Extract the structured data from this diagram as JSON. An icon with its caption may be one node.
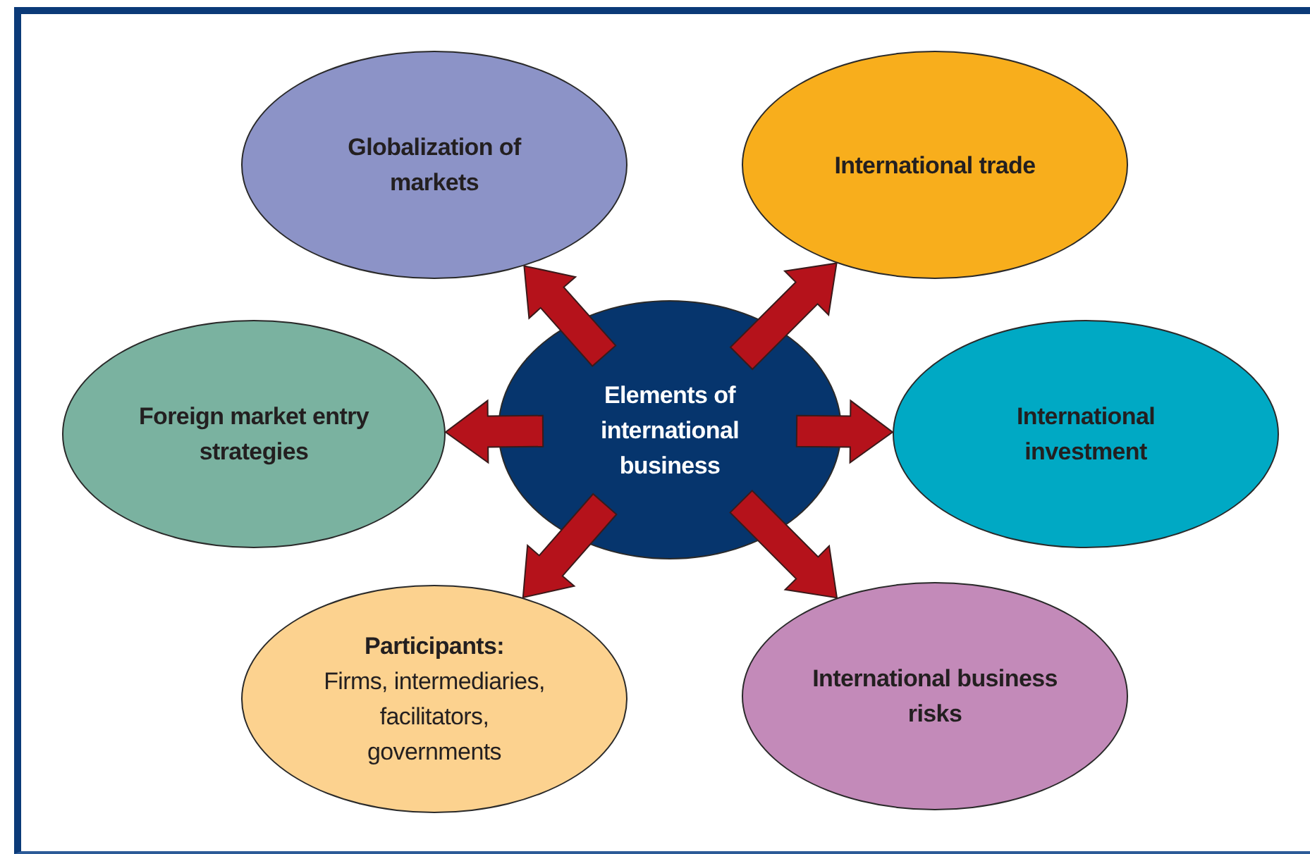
{
  "diagram": {
    "nodes": [
      {
        "text": [
          "Elements of international business"
        ]
      },
      {
        "text": [
          "Globalization of markets"
        ]
      },
      {
        "text": [
          "International trade"
        ]
      },
      {
        "text": [
          "Foreign market entry strategies"
        ]
      },
      {
        "text": [
          "International investment"
        ]
      },
      {
        "text": [
          "Participants:",
          "Firms, intermediaries, facilitators, governments"
        ]
      },
      {
        "text": [
          "International business risks"
        ]
      }
    ],
    "edges": [
      {
        "from": 0,
        "to": 1,
        "arrow": "to",
        "style": "thick"
      },
      {
        "from": 0,
        "to": 2,
        "arrow": "to",
        "style": "thick"
      },
      {
        "from": 0,
        "to": 3,
        "arrow": "to",
        "style": "thick"
      },
      {
        "from": 0,
        "to": 4,
        "arrow": "to",
        "style": "thick"
      },
      {
        "from": 0,
        "to": 5,
        "arrow": "to",
        "style": "thick"
      },
      {
        "from": 0,
        "to": 6,
        "arrow": "to",
        "style": "thick"
      }
    ]
  }
}
